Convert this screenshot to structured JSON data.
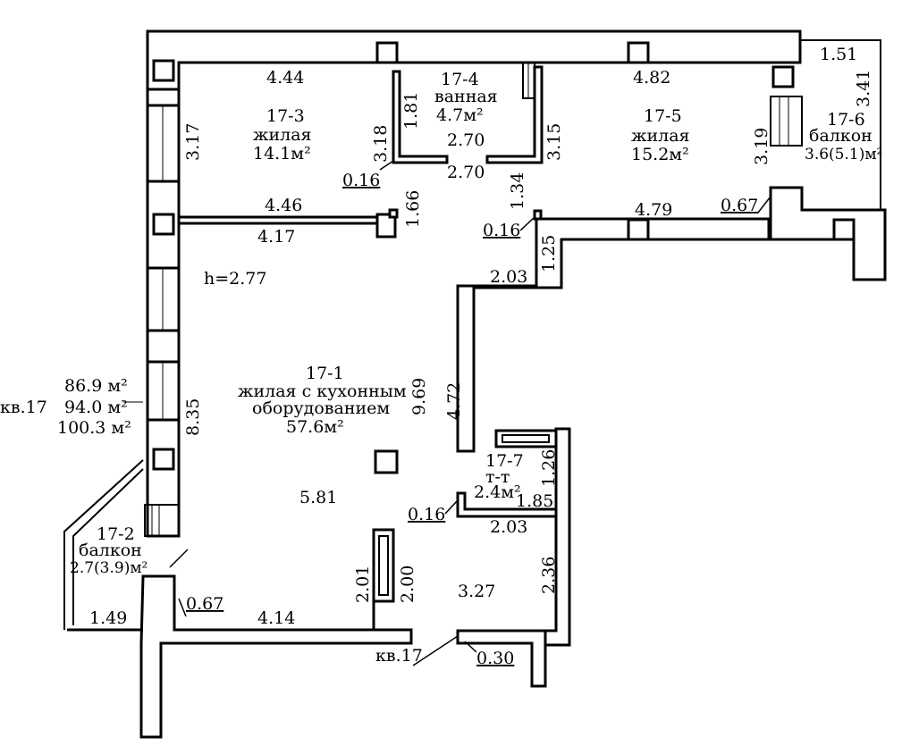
{
  "apartment": {
    "name": "кв.17",
    "areas": [
      "86.9 м²",
      "94.0 м²",
      "100.3 м²"
    ],
    "ceiling_height": "h=2.77",
    "entrance_label": "кв.17"
  },
  "rooms": {
    "r17_1": {
      "id": "17-1",
      "name1": "жилая с кухонным",
      "name2": "оборудованием",
      "area": "57.6м²"
    },
    "r17_2": {
      "id": "17-2",
      "name": "балкон",
      "area": "2.7(3.9)м²"
    },
    "r17_3": {
      "id": "17-3",
      "name": "жилая",
      "area": "14.1м²"
    },
    "r17_4": {
      "id": "17-4",
      "name": "ванная",
      "area": "4.7м²"
    },
    "r17_5": {
      "id": "17-5",
      "name": "жилая",
      "area": "15.2м²"
    },
    "r17_6": {
      "id": "17-6",
      "name": "балкон",
      "area": "3.6(5.1)м²"
    },
    "r17_7": {
      "id": "17-7",
      "name": "т-т",
      "area": "2.4м²"
    }
  },
  "dimensions": {
    "d_4_44": "4.44",
    "d_4_82": "4.82",
    "d_1_51": "1.51",
    "d_3_41": "3.41",
    "d_3_17": "3.17",
    "d_1_81": "1.81",
    "d_3_18": "3.18",
    "d_2_70a": "2.70",
    "d_2_70b": "2.70",
    "d_3_15": "3.15",
    "d_3_19": "3.19",
    "d_0_16a": "0.16",
    "d_1_66": "1.66",
    "d_1_34": "1.34",
    "d_4_46": "4.46",
    "d_4_17": "4.17",
    "d_0_16b": "0.16",
    "d_4_79": "4.79",
    "d_0_67a": "0.67",
    "d_1_25": "1.25",
    "d_2_03a": "2.03",
    "d_9_69": "9.69",
    "d_4_72": "4.72",
    "d_8_35": "8.35",
    "d_1_26": "1.26",
    "d_5_81": "5.81",
    "d_0_16c": "0.16",
    "d_1_85": "1.85",
    "d_2_03b": "2.03",
    "d_2_01": "2.01",
    "d_2_00": "2.00",
    "d_3_27": "3.27",
    "d_2_36": "2.36",
    "d_0_67b": "0.67",
    "d_4_14": "4.14",
    "d_1_49": "1.49",
    "d_0_30": "0.30"
  }
}
